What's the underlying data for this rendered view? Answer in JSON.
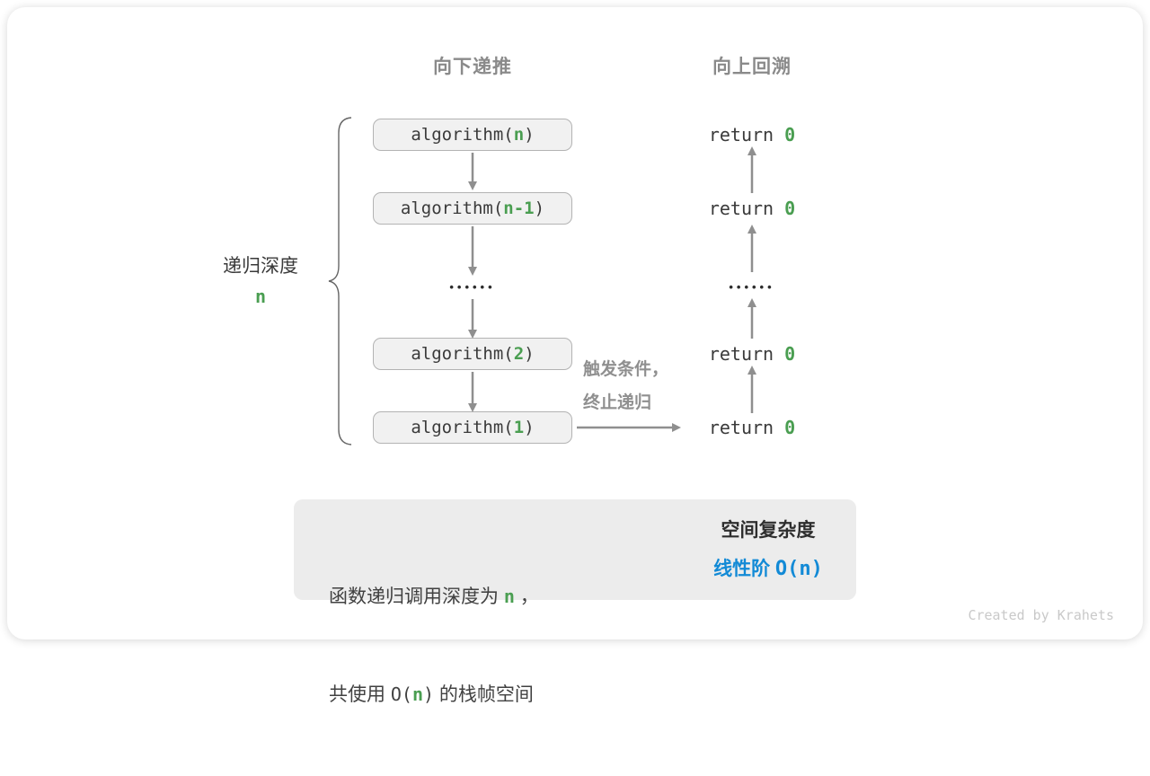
{
  "diagram": {
    "header_descend": "向下递推",
    "header_backtrack": "向上回溯",
    "depth_label": "递归深度",
    "depth_value": "n",
    "ellipsis": "••••••",
    "boxes": [
      {
        "pre": "algorithm(",
        "arg": "n",
        "post": ")"
      },
      {
        "pre": "algorithm(",
        "arg": "n-1",
        "post": ")"
      },
      {
        "pre": "algorithm(",
        "arg": "2",
        "post": ")"
      },
      {
        "pre": "algorithm(",
        "arg": "1",
        "post": ")"
      }
    ],
    "returns": [
      {
        "kw": "return ",
        "val": "0"
      },
      {
        "kw": "return ",
        "val": "0"
      },
      {
        "kw": "return ",
        "val": "0"
      },
      {
        "kw": "return ",
        "val": "0"
      }
    ],
    "base_case_line1": "触发条件，",
    "base_case_line2": "终止递归"
  },
  "summary": {
    "line1_pre": "函数递归调用深度为 ",
    "line1_var": "n",
    "line1_post": " ，",
    "line2_pre": "共使用 ",
    "line2_o_open": "O(",
    "line2_var": "n",
    "line2_o_close": ")",
    "line2_post": " 的栈帧空间",
    "right_title": "空间复杂度",
    "right_result_label": "线性阶 ",
    "right_result_bigo": "O(n)"
  },
  "watermark": "Created by Krahets",
  "colors": {
    "green": "#4a9e51",
    "blue": "#128ad6",
    "heading_gray": "#8a8a8a",
    "arrow_gray": "#8f8f8f",
    "box_fill": "#f1f1f1",
    "box_border": "#b3b3b3",
    "summary_bg": "#ececec"
  }
}
